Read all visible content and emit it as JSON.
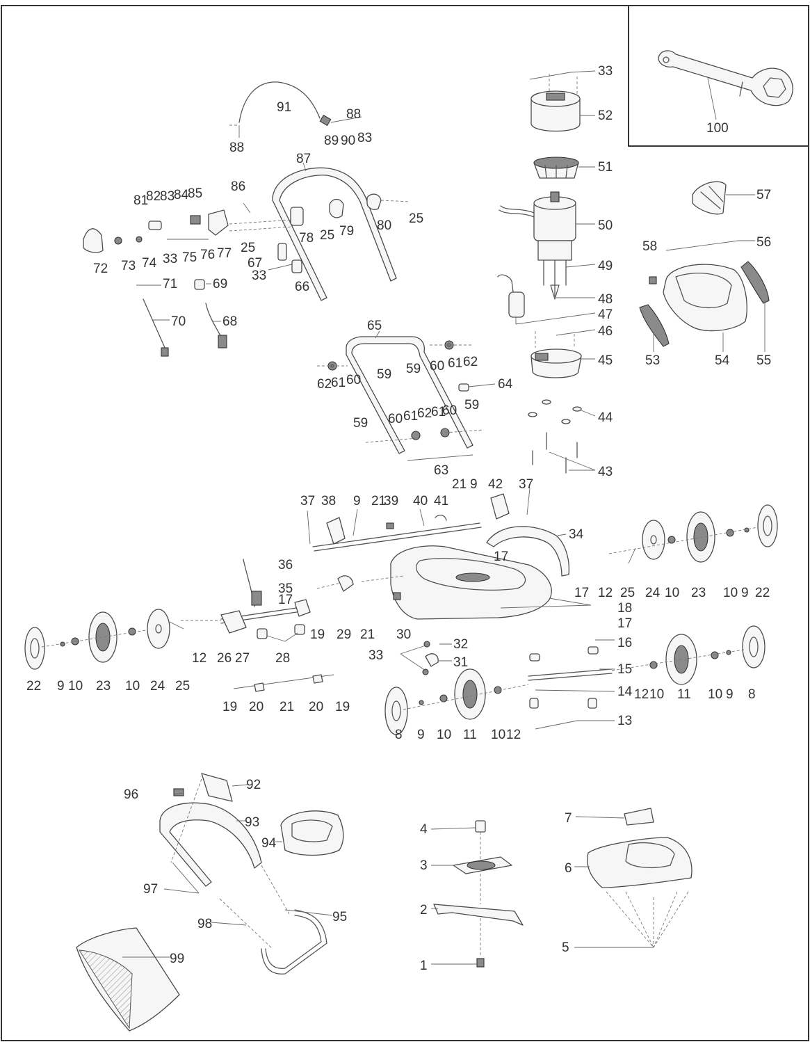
{
  "diagram": {
    "labels": [
      {
        "id": "l100",
        "text": "100"
      },
      {
        "id": "l33a",
        "text": "33"
      },
      {
        "id": "l52",
        "text": "52"
      },
      {
        "id": "l51",
        "text": "51"
      },
      {
        "id": "l50",
        "text": "50"
      },
      {
        "id": "l49",
        "text": "49"
      },
      {
        "id": "l48",
        "text": "48"
      },
      {
        "id": "l47",
        "text": "47"
      },
      {
        "id": "l46",
        "text": "46"
      },
      {
        "id": "l45",
        "text": "45"
      },
      {
        "id": "l44",
        "text": "44"
      },
      {
        "id": "l43",
        "text": "43"
      },
      {
        "id": "l57",
        "text": "57"
      },
      {
        "id": "l58",
        "text": "58"
      },
      {
        "id": "l56",
        "text": "56"
      },
      {
        "id": "l53",
        "text": "53"
      },
      {
        "id": "l54",
        "text": "54"
      },
      {
        "id": "l55",
        "text": "55"
      },
      {
        "id": "l91",
        "text": "91"
      },
      {
        "id": "l88a",
        "text": "88"
      },
      {
        "id": "l88b",
        "text": "88"
      },
      {
        "id": "l89",
        "text": "89"
      },
      {
        "id": "l90",
        "text": "90"
      },
      {
        "id": "l83a",
        "text": "83"
      },
      {
        "id": "l87",
        "text": "87"
      },
      {
        "id": "l86",
        "text": "86"
      },
      {
        "id": "l81",
        "text": "81"
      },
      {
        "id": "l82",
        "text": "82"
      },
      {
        "id": "l83b",
        "text": "83"
      },
      {
        "id": "l84",
        "text": "84"
      },
      {
        "id": "l85",
        "text": "85"
      },
      {
        "id": "l72",
        "text": "72"
      },
      {
        "id": "l73",
        "text": "73"
      },
      {
        "id": "l74",
        "text": "74"
      },
      {
        "id": "l33b",
        "text": "33"
      },
      {
        "id": "l75",
        "text": "75"
      },
      {
        "id": "l76",
        "text": "76"
      },
      {
        "id": "l77",
        "text": "77"
      },
      {
        "id": "l25a",
        "text": "25"
      },
      {
        "id": "l78",
        "text": "78"
      },
      {
        "id": "l25b",
        "text": "25"
      },
      {
        "id": "l79",
        "text": "79"
      },
      {
        "id": "l80",
        "text": "80"
      },
      {
        "id": "l25c",
        "text": "25"
      },
      {
        "id": "l67",
        "text": "67"
      },
      {
        "id": "l33c",
        "text": "33"
      },
      {
        "id": "l66",
        "text": "66"
      },
      {
        "id": "l71",
        "text": "71"
      },
      {
        "id": "l69",
        "text": "69"
      },
      {
        "id": "l70",
        "text": "70"
      },
      {
        "id": "l68",
        "text": "68"
      },
      {
        "id": "l65",
        "text": "65"
      },
      {
        "id": "l62a",
        "text": "62"
      },
      {
        "id": "l61a",
        "text": "61"
      },
      {
        "id": "l60a",
        "text": "60"
      },
      {
        "id": "l59a",
        "text": "59"
      },
      {
        "id": "l59b",
        "text": "59"
      },
      {
        "id": "l60b",
        "text": "60"
      },
      {
        "id": "l61b",
        "text": "61"
      },
      {
        "id": "l62b",
        "text": "62"
      },
      {
        "id": "l64",
        "text": "64"
      },
      {
        "id": "l59c",
        "text": "59"
      },
      {
        "id": "l60c",
        "text": "60"
      },
      {
        "id": "l61c",
        "text": "61"
      },
      {
        "id": "l62c",
        "text": "62"
      },
      {
        "id": "l61d",
        "text": "61"
      },
      {
        "id": "l60d",
        "text": "60"
      },
      {
        "id": "l59d",
        "text": "59"
      },
      {
        "id": "l63",
        "text": "63"
      },
      {
        "id": "l37a",
        "text": "37"
      },
      {
        "id": "l38",
        "text": "38"
      },
      {
        "id": "l9a",
        "text": "9"
      },
      {
        "id": "l21a",
        "text": "21"
      },
      {
        "id": "l39",
        "text": "39"
      },
      {
        "id": "l40",
        "text": "40"
      },
      {
        "id": "l41",
        "text": "41"
      },
      {
        "id": "l21b",
        "text": "21"
      },
      {
        "id": "l9b",
        "text": "9"
      },
      {
        "id": "l42",
        "text": "42"
      },
      {
        "id": "l37b",
        "text": "37"
      },
      {
        "id": "l34",
        "text": "34"
      },
      {
        "id": "l17a",
        "text": "17"
      },
      {
        "id": "l17b",
        "text": "17"
      },
      {
        "id": "l36",
        "text": "36"
      },
      {
        "id": "l35",
        "text": "35"
      },
      {
        "id": "l17c",
        "text": "17"
      },
      {
        "id": "l12a",
        "text": "12"
      },
      {
        "id": "l25d",
        "text": "25"
      },
      {
        "id": "l24a",
        "text": "24"
      },
      {
        "id": "l10a",
        "text": "10"
      },
      {
        "id": "l23a",
        "text": "23"
      },
      {
        "id": "l10b",
        "text": "10"
      },
      {
        "id": "l9c",
        "text": "9"
      },
      {
        "id": "l22a",
        "text": "22"
      },
      {
        "id": "l18",
        "text": "18"
      },
      {
        "id": "l17d",
        "text": "17"
      },
      {
        "id": "l16",
        "text": "16"
      },
      {
        "id": "l15",
        "text": "15"
      },
      {
        "id": "l14",
        "text": "14"
      },
      {
        "id": "l13",
        "text": "13"
      },
      {
        "id": "l19a",
        "text": "19"
      },
      {
        "id": "l29",
        "text": "29"
      },
      {
        "id": "l21c",
        "text": "21"
      },
      {
        "id": "l30",
        "text": "30"
      },
      {
        "id": "l32",
        "text": "32"
      },
      {
        "id": "l33d",
        "text": "33"
      },
      {
        "id": "l31",
        "text": "31"
      },
      {
        "id": "l22b",
        "text": "22"
      },
      {
        "id": "l9d",
        "text": "9"
      },
      {
        "id": "l10c",
        "text": "10"
      },
      {
        "id": "l23b",
        "text": "23"
      },
      {
        "id": "l10d",
        "text": "10"
      },
      {
        "id": "l24b",
        "text": "24"
      },
      {
        "id": "l25e",
        "text": "25"
      },
      {
        "id": "l12b",
        "text": "12"
      },
      {
        "id": "l26",
        "text": "26"
      },
      {
        "id": "l27",
        "text": "27"
      },
      {
        "id": "l28",
        "text": "28"
      },
      {
        "id": "l19b",
        "text": "19"
      },
      {
        "id": "l20a",
        "text": "20"
      },
      {
        "id": "l21d",
        "text": "21"
      },
      {
        "id": "l20b",
        "text": "20"
      },
      {
        "id": "l19c",
        "text": "19"
      },
      {
        "id": "l8a",
        "text": "8"
      },
      {
        "id": "l9e",
        "text": "9"
      },
      {
        "id": "l10e",
        "text": "10"
      },
      {
        "id": "l11a",
        "text": "11"
      },
      {
        "id": "l10f",
        "text": "10"
      },
      {
        "id": "l12c",
        "text": "12"
      },
      {
        "id": "l12d",
        "text": "12"
      },
      {
        "id": "l10g",
        "text": "10"
      },
      {
        "id": "l11b",
        "text": "11"
      },
      {
        "id": "l10h",
        "text": "10"
      },
      {
        "id": "l9f",
        "text": "9"
      },
      {
        "id": "l8b",
        "text": "8"
      },
      {
        "id": "l96",
        "text": "96"
      },
      {
        "id": "l92",
        "text": "92"
      },
      {
        "id": "l93",
        "text": "93"
      },
      {
        "id": "l94",
        "text": "94"
      },
      {
        "id": "l97",
        "text": "97"
      },
      {
        "id": "l98",
        "text": "98"
      },
      {
        "id": "l95",
        "text": "95"
      },
      {
        "id": "l99",
        "text": "99"
      },
      {
        "id": "l4",
        "text": "4"
      },
      {
        "id": "l3",
        "text": "3"
      },
      {
        "id": "l2",
        "text": "2"
      },
      {
        "id": "l1",
        "text": "1"
      },
      {
        "id": "l7",
        "text": "7"
      },
      {
        "id": "l6",
        "text": "6"
      },
      {
        "id": "l5",
        "text": "5"
      }
    ]
  }
}
